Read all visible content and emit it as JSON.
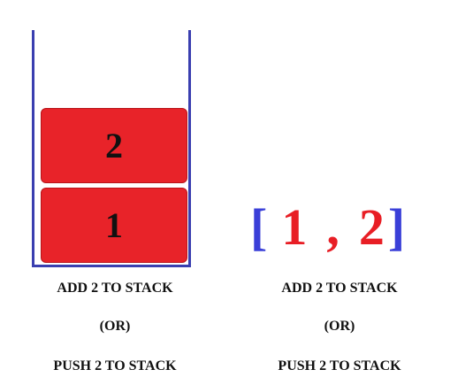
{
  "stack": {
    "items_bottom_to_top": [
      "1",
      "2"
    ],
    "block_color": "#e82329",
    "border_color": "#3a3fb0"
  },
  "left_caption": {
    "line1": "ADD 2  TO STACK",
    "line2": "(OR)",
    "line3": "PUSH 2 TO STACK"
  },
  "array": {
    "open": "[",
    "items": [
      "1",
      "2"
    ],
    "separator": ",",
    "close": "]",
    "bracket_color": "#3a3fd8",
    "item_color": "#e81e25"
  },
  "right_caption": {
    "line1": "ADD 2  TO STACK",
    "line2": "(OR)",
    "line3": "PUSH 2 TO STACK"
  }
}
